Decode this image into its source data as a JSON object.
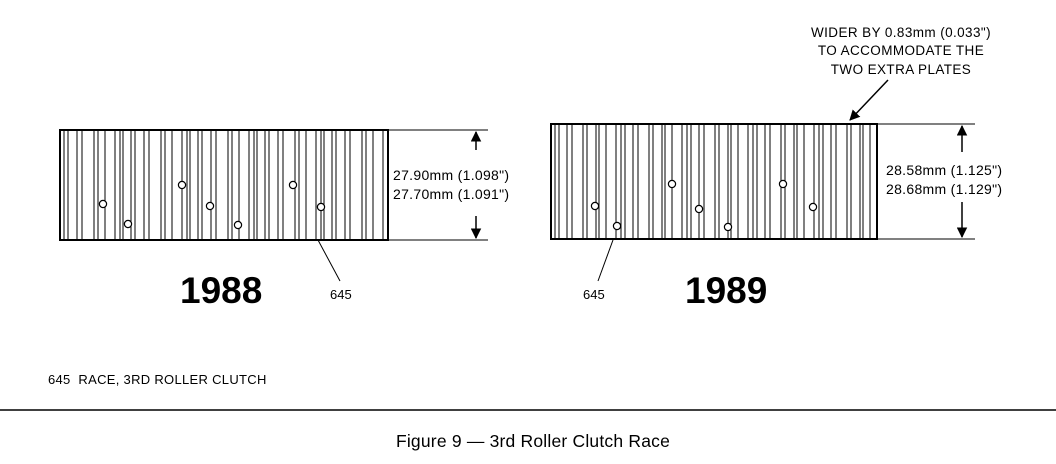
{
  "figure": {
    "caption": "Figure 9 — 3rd Roller Clutch Race",
    "legend": "645  RACE, 3RD ROLLER CLUTCH"
  },
  "race_1988": {
    "year": "1988",
    "callout": "645",
    "dim_max": "27.90mm (1.098\")",
    "dim_min": "27.70mm (1.091\")"
  },
  "race_1989": {
    "year": "1989",
    "callout": "645",
    "dim_a": "28.58mm (1.125\")",
    "dim_b": "28.68mm (1.129\")",
    "note": [
      "WIDER BY 0.83mm (0.033\")",
      "TO ACCOMMODATE THE",
      "TWO EXTRA PLATES"
    ]
  }
}
